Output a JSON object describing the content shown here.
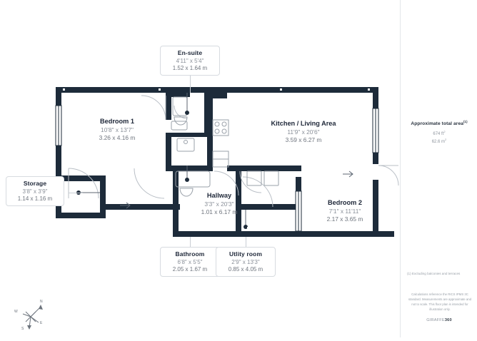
{
  "document": {
    "type": "floor-plan",
    "provider": "GIRAFFE360",
    "logo_text_light": "GIRAFFE",
    "logo_text_bold": "360"
  },
  "sidebar": {
    "area_title": "Approximate total area",
    "area_title_marker": "(1)",
    "area_sqft": "674 ft",
    "area_sqft_unit": "2",
    "area_sqm": "62.6 m",
    "area_sqm_unit": "2",
    "footnote": "(1) Excluding balconies and terraces",
    "disclaimer": "Calculations reference the RICS IPMS 3C standard. Measurements are approximate and not to scale. This floor plan is intended for illustration only."
  },
  "compass": {
    "north": "N",
    "east": "E",
    "south": "S",
    "west": "W"
  },
  "rooms": [
    {
      "id": "en-suite",
      "name": "En-suite",
      "imperial": "4'11\" x 5'4\"",
      "metric": "1.52 x 1.64 m",
      "style": "callout"
    },
    {
      "id": "bedroom-1",
      "name": "Bedroom 1",
      "imperial": "10'8\" x 13'7\"",
      "metric": "3.26 x 4.16 m",
      "style": "inline"
    },
    {
      "id": "kitchen-living-area",
      "name": "Kitchen / Living Area",
      "imperial": "11'9\" x 20'6\"",
      "metric": "3.59 x 6.27 m",
      "style": "inline"
    },
    {
      "id": "storage",
      "name": "Storage",
      "imperial": "3'8\" x 3'9\"",
      "metric": "1.14 x 1.16 m",
      "style": "callout"
    },
    {
      "id": "hallway",
      "name": "Hallway",
      "imperial": "3'3\" x 20'3\"",
      "metric": "1.01 x 6.17 m",
      "style": "inline"
    },
    {
      "id": "bedroom-2",
      "name": "Bedroom 2",
      "imperial": "7'1\" x 11'11\"",
      "metric": "2.17 x 3.65 m",
      "style": "inline"
    },
    {
      "id": "bathroom",
      "name": "Bathroom",
      "imperial": "6'8\" x 5'5\"",
      "metric": "2.05 x 1.67 m",
      "style": "callout"
    },
    {
      "id": "utility-room",
      "name": "Utlity room",
      "imperial": "2'9\" x 13'3\"",
      "metric": "0.85 x 4.05 m",
      "style": "callout"
    }
  ],
  "colors": {
    "wall": "#1d2b3a",
    "wall_light": "#2a3746",
    "page_background": "#ffffff",
    "label_primary": "#20293a",
    "label_secondary": "#8a9099",
    "divider": "#e3e6ea",
    "fixture_line": "#9aa1a9"
  }
}
